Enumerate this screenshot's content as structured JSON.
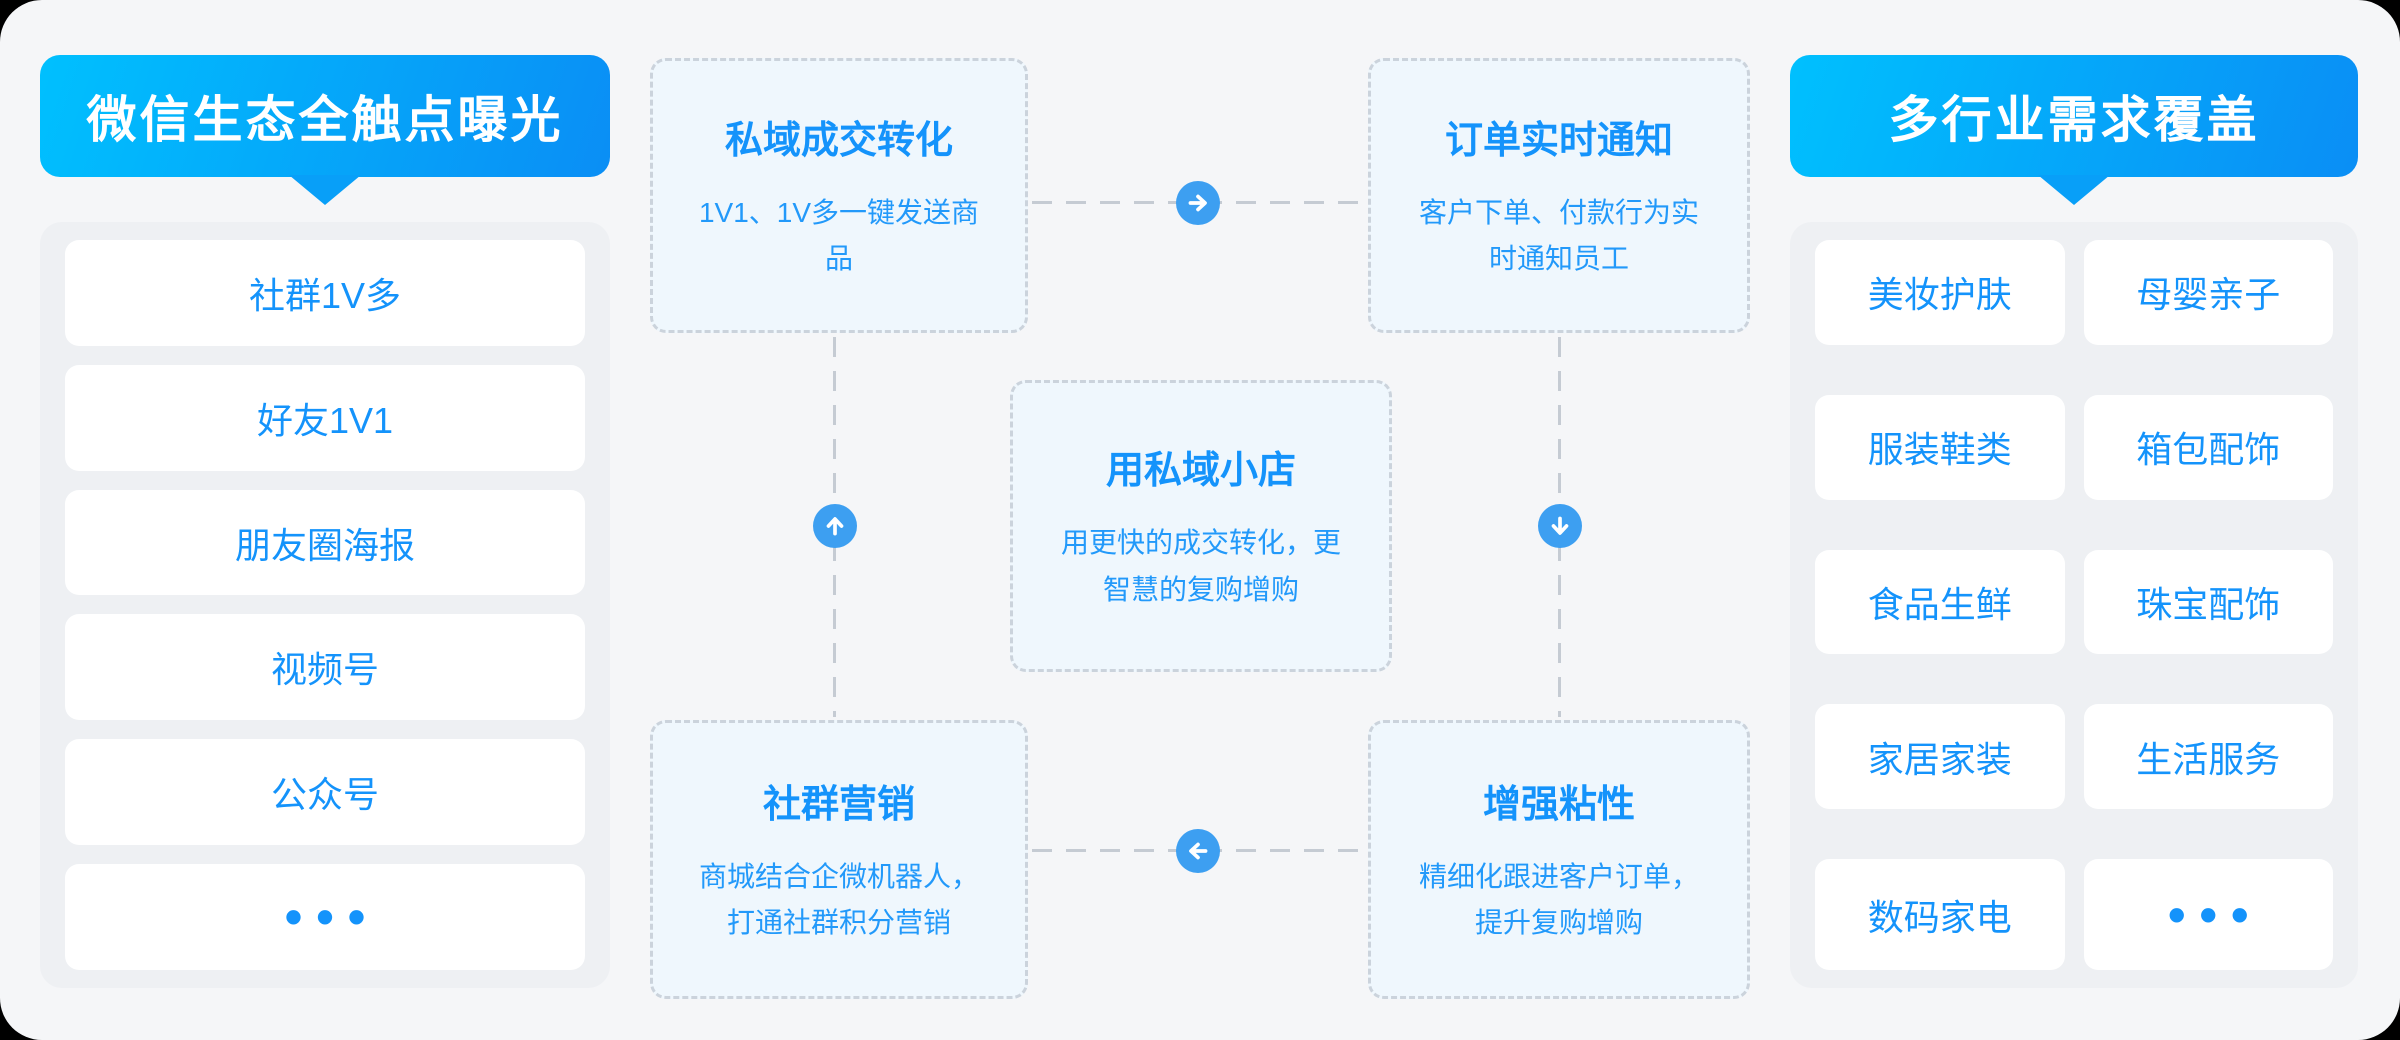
{
  "colors": {
    "accent_blue": "#1493fb",
    "header_gradient_start": "#00c0fe",
    "header_gradient_end": "#0a8ef5",
    "arrow_circle_blue": "#3d9ff1",
    "dashed_box_fill": "#eff7fd",
    "panel_gray": "#eef0f3"
  },
  "left_panel": {
    "title": "微信生态全触点曝光",
    "items": [
      "社群1V多",
      "好友1V1",
      "朋友圈海报",
      "视频号",
      "公众号",
      "•••"
    ]
  },
  "flow": {
    "top_left": {
      "title": "私域成交转化",
      "desc": "1V1、1V多一键发送商品"
    },
    "top_right": {
      "title": "订单实时通知",
      "desc": "客户下单、付款行为实时通知员工"
    },
    "center": {
      "title": "用私域小店",
      "desc": "用更快的成交转化，更智慧的复购增购"
    },
    "bottom_left": {
      "title": "社群营销",
      "desc": "商城结合企微机器人，打通社群积分营销"
    },
    "bottom_right": {
      "title": "增强粘性",
      "desc": "精细化跟进客户订单，提升复购增购"
    },
    "arrows": {
      "top": "right",
      "right_side": "down",
      "bottom": "left",
      "left_side": "up"
    }
  },
  "right_panel": {
    "title": "多行业需求覆盖",
    "items": [
      "美妆护肤",
      "母婴亲子",
      "服装鞋类",
      "箱包配饰",
      "食品生鲜",
      "珠宝配饰",
      "家居家装",
      "生活服务",
      "数码家电",
      "•••"
    ]
  }
}
